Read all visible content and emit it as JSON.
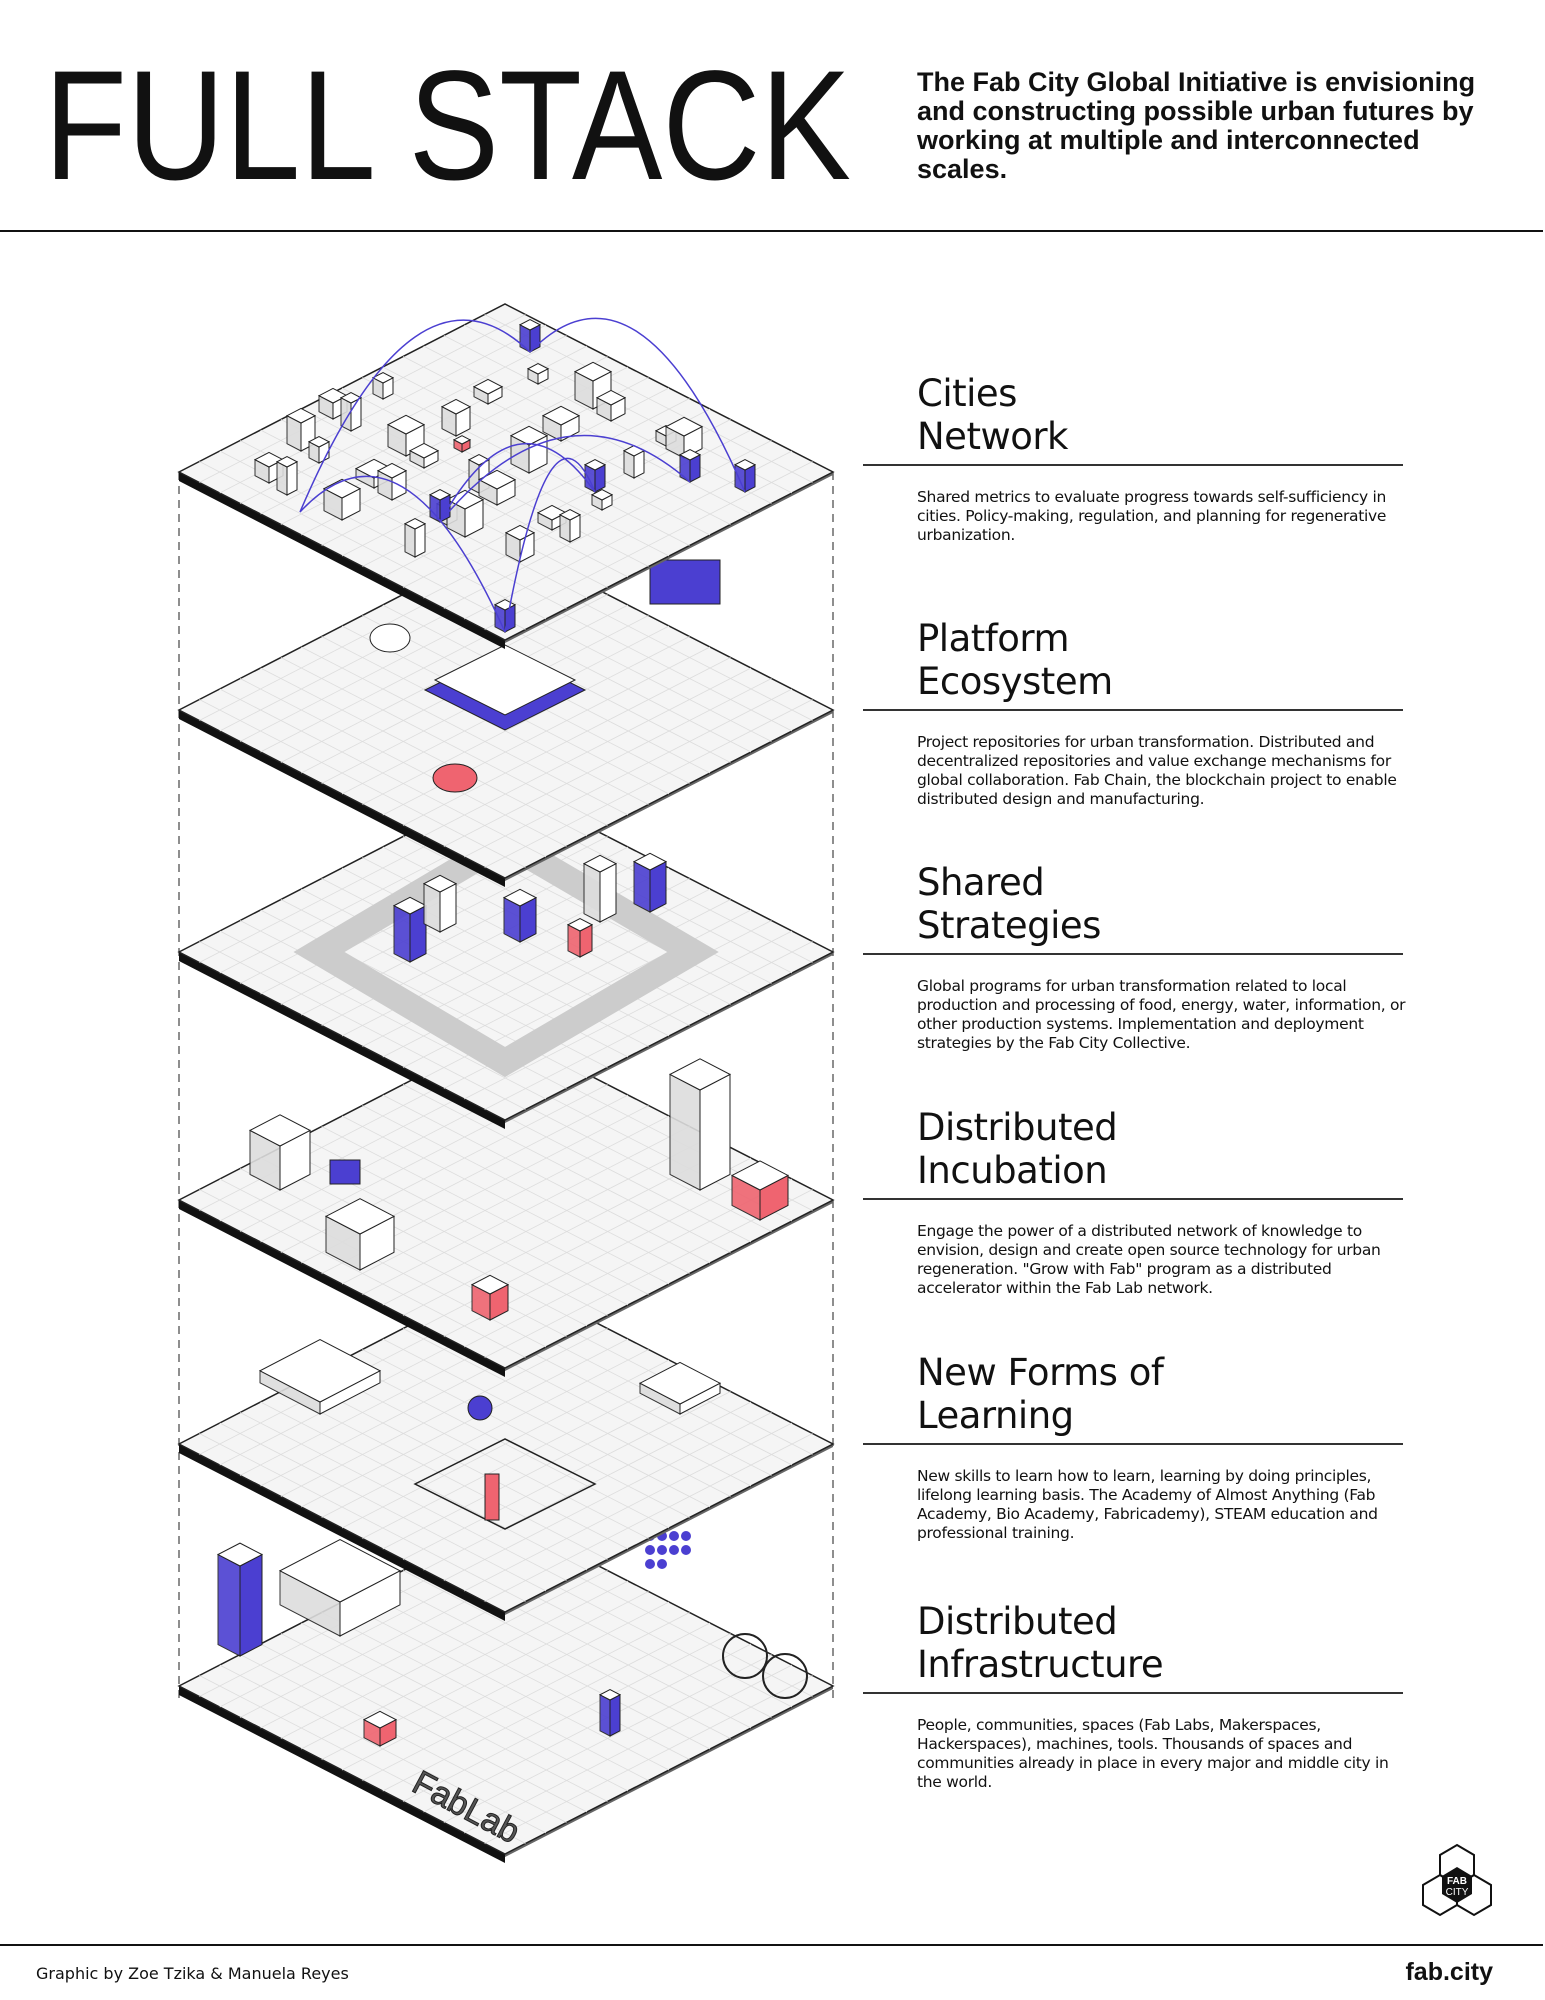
{
  "header": {
    "title": "FULL STACK",
    "subtitle": "The Fab City Global Initiative is envisioning and constructing possible urban futures by working at multiple and interconnected scales."
  },
  "layers": [
    {
      "title_line1": "Cities",
      "title_line2": "Network",
      "description": "Shared metrics to evaluate progress towards self-sufficiency in cities. Policy-making, regulation, and planning for regenerative urbanization."
    },
    {
      "title_line1": "Platform",
      "title_line2": "Ecosystem",
      "description": "Project repositories for urban transformation. Distributed and decentralized repositories and value exchange mechanisms for global collaboration. Fab Chain, the blockchain project to enable distributed design and manufacturing."
    },
    {
      "title_line1": "Shared",
      "title_line2": "Strategies",
      "description": "Global programs for urban transformation related to local production and processing of food, energy, water, information, or other production systems. Implementation and deployment strategies by the Fab City Collective."
    },
    {
      "title_line1": "Distributed",
      "title_line2": "Incubation",
      "description": "Engage the power of a distributed network of knowledge to envision, design and create open source technology for urban regeneration. \"Grow with Fab\" program as a distributed accelerator within the Fab Lab network."
    },
    {
      "title_line1": "New Forms of",
      "title_line2": "Learning",
      "description": "New skills to learn how to learn, learning by doing principles, lifelong learning basis. The Academy of Almost Anything (Fab Academy, Bio Academy, Fabricademy), STEAM education and professional training."
    },
    {
      "title_line1": "Distributed",
      "title_line2": "Infrastructure",
      "description": "People, communities, spaces (Fab Labs, Makerspaces, Hackerspaces), machines, tools. Thousands of spaces and communities already in place in every major and middle city in the world."
    }
  ],
  "illustration": {
    "fablab_sign": "FabLab",
    "accent_blue": "#4b3fd1",
    "accent_red": "#ef6470"
  },
  "logo": {
    "line1": "FAB",
    "line2": "CITY"
  },
  "footer": {
    "credit": "Graphic by Zoe Tzika & Manuela Reyes",
    "site": "fab.city"
  }
}
